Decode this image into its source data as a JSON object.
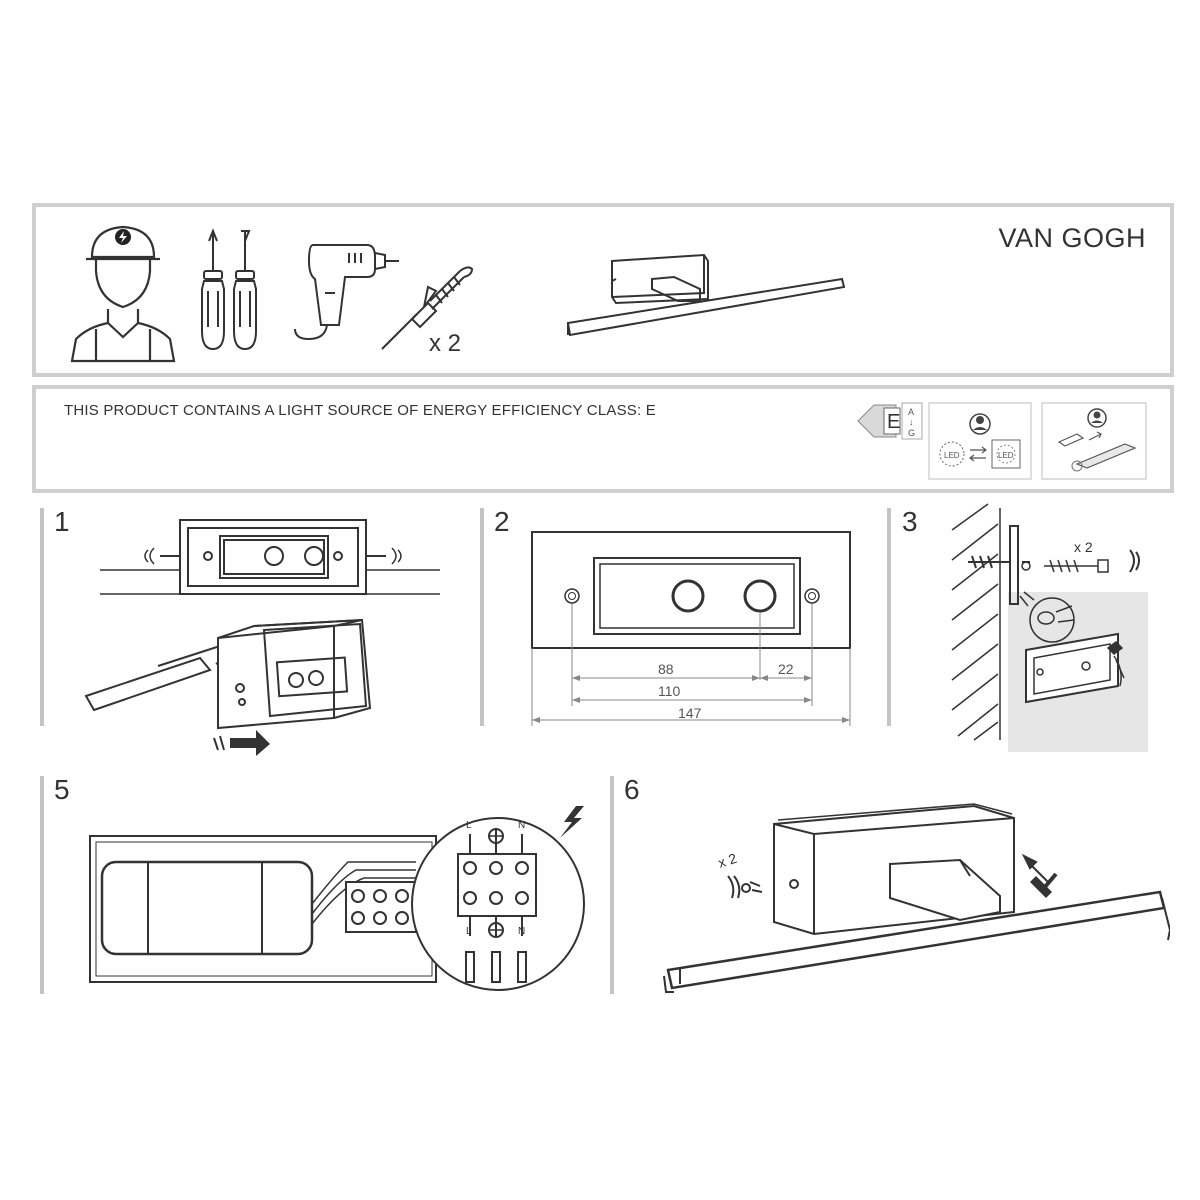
{
  "header": {
    "brand": "VAN GOGH",
    "dowel_count_label": "x 2"
  },
  "energy": {
    "notice": "THIS PRODUCT CONTAINS A LIGHT SOURCE OF ENERGY EFFICIENCY CLASS: E",
    "class_letter": "E",
    "scale_top": "A",
    "scale_bottom": "G",
    "led_label": "LED"
  },
  "steps": {
    "s1": "1",
    "s2": "2",
    "s3": "3",
    "s5": "5",
    "s6": "6"
  },
  "dimensions": {
    "d88": "88",
    "d22": "22",
    "d110": "110",
    "d147": "147"
  },
  "step3": {
    "count_label": "x 2"
  },
  "step5": {
    "terminal_L": "L",
    "terminal_N": "N"
  },
  "step6": {
    "count_label": "x 2"
  }
}
